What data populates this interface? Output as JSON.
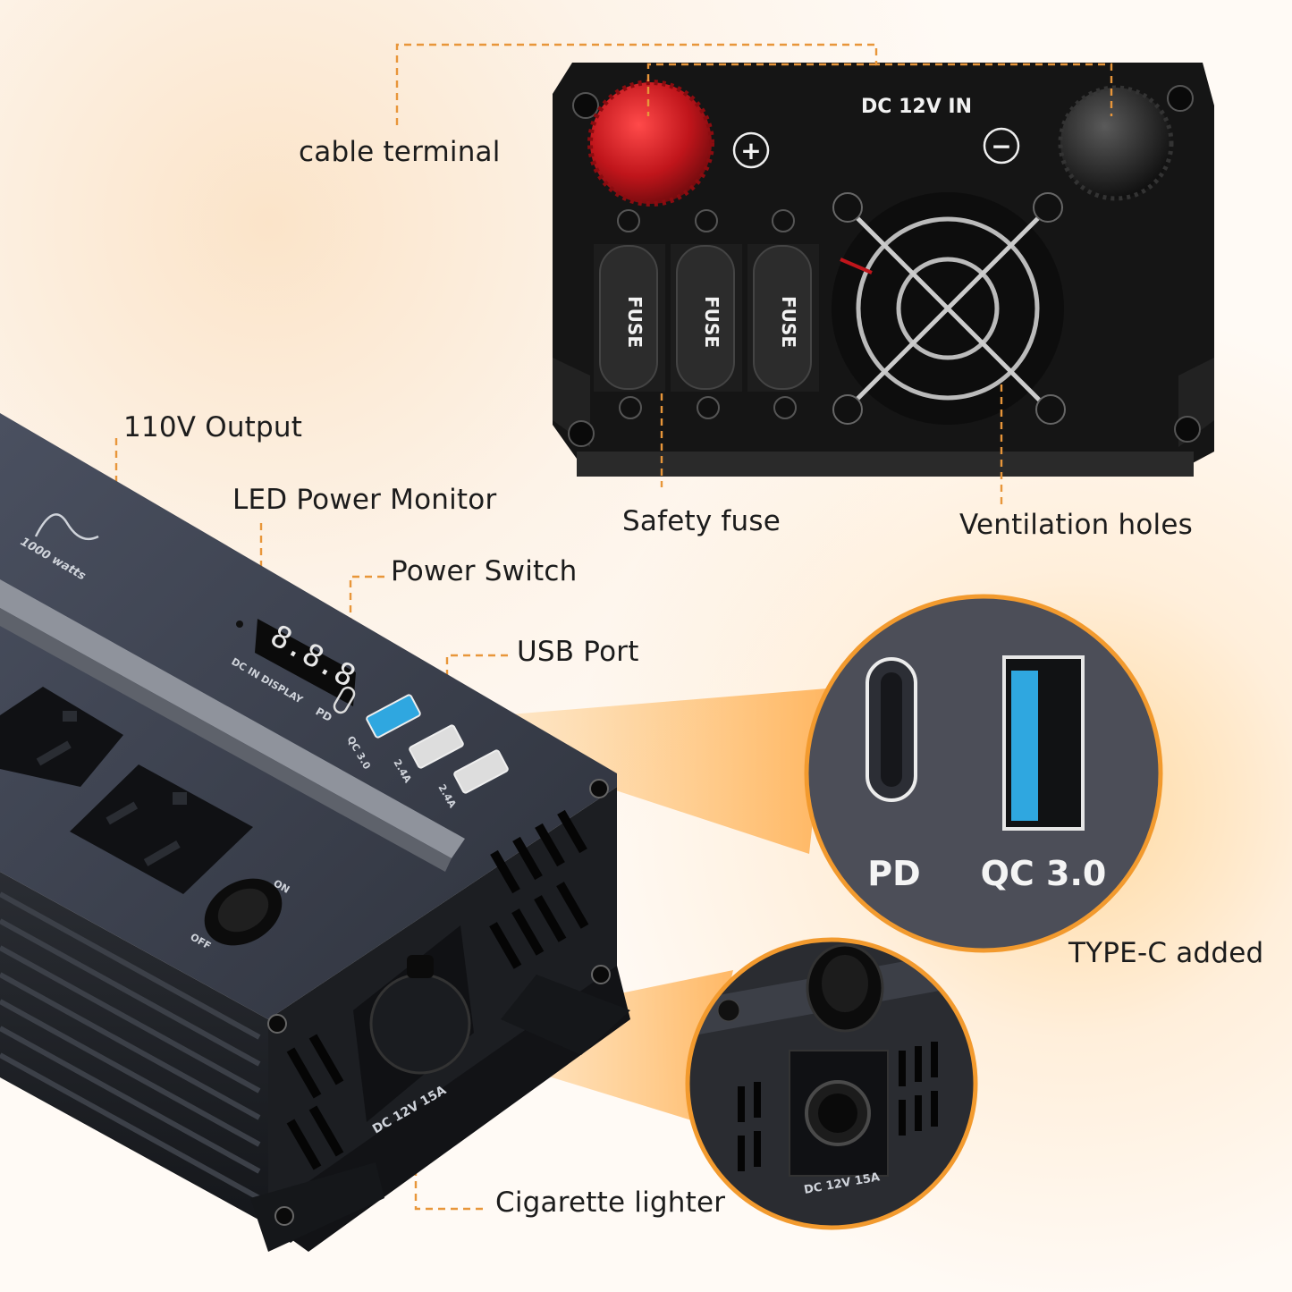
{
  "callouts": {
    "cable_terminal": "cable terminal",
    "output_110v": "110V Output",
    "led_monitor": "LED Power Monitor",
    "power_switch": "Power Switch",
    "usb_port": "USB Port",
    "safety_fuse": "Safety fuse",
    "ventilation": "Ventilation holes",
    "type_c": "TYPE-C added",
    "cigarette": "Cigarette lighter"
  },
  "rear_panel": {
    "title": "DC 12V IN",
    "plus": "+",
    "minus": "−",
    "fuse_label": "FUSE"
  },
  "device": {
    "watts_label": "1000 watts",
    "display_digits": "8.8.8",
    "display_label": "DC IN DISPLAY",
    "pd_label": "PD",
    "qc_label": "QC 3.0",
    "usb_a1": "2.4A",
    "usb_a2": "2.4A",
    "on_label": "ON",
    "off_label": "OFF",
    "socket_rating": "DC 12V 15A"
  },
  "zoom_usb": {
    "pd": "PD",
    "qc": "QC 3.0"
  },
  "zoom_socket": {
    "rating": "DC 12V 15A"
  },
  "colors": {
    "accent": "#e8963a",
    "usb_qc": "#2fa7e0",
    "terminal_red": "#c0151b",
    "housing": "#3a3f4a"
  }
}
